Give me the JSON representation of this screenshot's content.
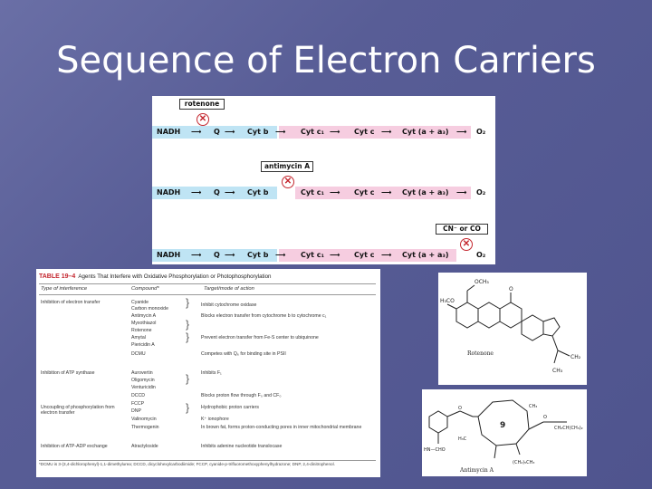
{
  "slide": {
    "title": "Sequence of Electron Carriers"
  },
  "flow": {
    "rows": [
      {
        "nadh": "NADH",
        "q": "Q",
        "cytb": "Cyt b",
        "cytc1": "Cyt c₁",
        "cytc": "Cyt c",
        "cytaa3": "Cyt (a + a₃)",
        "o2": "O₂"
      },
      {
        "nadh": "NADH",
        "q": "Q",
        "cytb": "Cyt b",
        "cytc1": "Cyt c₁",
        "cytc": "Cyt c",
        "cytaa3": "Cyt (a + a₃)",
        "o2": "O₂"
      },
      {
        "nadh": "NADH",
        "q": "Q",
        "cytb": "Cyt b",
        "cytc1": "Cyt c₁",
        "cytc": "Cyt c",
        "cytaa3": "Cyt (a + a₃)",
        "o2": "O₂"
      }
    ],
    "inhibitors": {
      "rotenone": "rotenone",
      "antimycin": "antimycin A",
      "cyanide": "CN⁻ or CO"
    },
    "colors": {
      "blue": "#bfe4f4",
      "pink": "#f6cde0",
      "block": "#c4262e"
    }
  },
  "table": {
    "number": "TABLE 19–4",
    "title": "Agents That Interfere with Oxidative Phosphorylation or Photophosphorylation",
    "headers": {
      "type": "Type of interference",
      "compound": "Compound*",
      "target": "Target/mode of action"
    },
    "groups": [
      {
        "type": "Inhibition of electron transfer",
        "compounds": [
          "Cyanide",
          "Carbon monoxide",
          "Antimycin A",
          "Myxothiazol",
          "Rotenone",
          "Amytal",
          "Piericidin A",
          "DCMU"
        ]
      },
      {
        "type": "Inhibition of ATP synthase",
        "compounds": [
          "Aurovertin",
          "Oligomycin",
          "Venturicidin",
          "DCCD"
        ]
      },
      {
        "type": "Uncoupling of phosphorylation from electron transfer",
        "compounds": [
          "FCCP",
          "DNP",
          "Valinomycin",
          "Thermogenin"
        ]
      },
      {
        "type": "Inhibition of ATP-ADP exchange",
        "compounds": [
          "Atractyloside"
        ]
      }
    ],
    "targets": [
      "Inhibit cytochrome oxidase",
      "Blocks electron transfer from cytochrome b to cytochrome c₁",
      "Prevent electron transfer from Fe-S center to ubiquinone",
      "Competes with Q₆ for binding site in PSII",
      "Inhibits F₁",
      "Blocks proton flow through F₀ and CF₀",
      "Hydrophobic proton carriers",
      "K⁺ ionophore",
      "In brown fat, forms proton-conducting pores in inner mitochondrial membrane",
      "Inhibits adenine nucleotide translocase"
    ],
    "footnote": "*DCMU is 3-(3,4-dichlorophenyl)-1,1-dimethylurea; DCCD, dicyclohexylcarbodiimide; FCCP, cyanide-p-trifluoromethoxyphenylhydrazone; DNP, 2,4-dinitrophenol."
  },
  "structures": {
    "rotenone": {
      "label": "Rotenone"
    },
    "antimycin": {
      "label": "Antimycin A"
    }
  }
}
